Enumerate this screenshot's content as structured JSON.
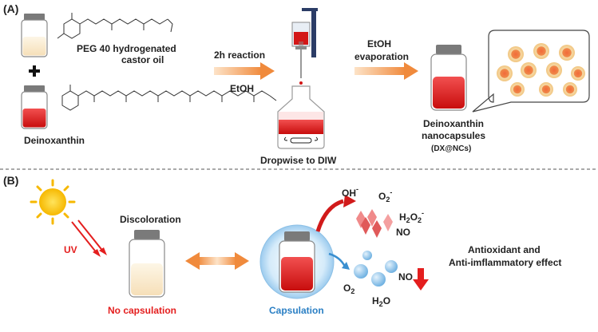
{
  "panel_a": {
    "label": "(A)",
    "peg_name_line1": "PEG 40 hydrogenated",
    "peg_name_line2": "castor oil",
    "plus_sign": "+",
    "deinoxanthin_label": "Deinoxanthin",
    "step1_top": "2h reaction",
    "step1_bottom": "EtOH",
    "dropwise_label": "Dropwise to DIW",
    "step2_line1": "EtOH",
    "step2_line2": "evaporation",
    "product_line1": "Deinoxanthin",
    "product_line2": "nanocapsules",
    "product_line3": "(DX@NCs)"
  },
  "panel_b": {
    "label": "(B)",
    "uv_label": "UV",
    "discoloration_label": "Discoloration",
    "no_capsulation_label": "No capsulation",
    "capsulation_label": "Capsulation",
    "ros": {
      "oh": "OH",
      "oh_charge": "-",
      "o2": "O",
      "o2_sub": "2",
      "o2_charge": "-",
      "h2o2": "H",
      "h2o2_sub1": "2",
      "h2o2_mid": "O",
      "h2o2_sub2": "2",
      "h2o2_charge": "-",
      "no": "NO"
    },
    "products": {
      "o2": "O",
      "o2_sub": "2",
      "h2o": "H",
      "h2o_sub": "2",
      "h2o_end": "O",
      "no": "NO"
    },
    "effect_line1": "Antioxidant and",
    "effect_line2": "Anti-imflammatory effect"
  },
  "colors": {
    "arrow_orange": "#f08a3c",
    "vial_red": "#e02020",
    "vial_cream": "#fbefd8",
    "sun_yellow": "#f7c600",
    "uv_red": "#e41e1e",
    "capsule_blue": "#bfe0f5",
    "bubble_blue": "#8fc3ea",
    "ros_red": "#e85050"
  }
}
